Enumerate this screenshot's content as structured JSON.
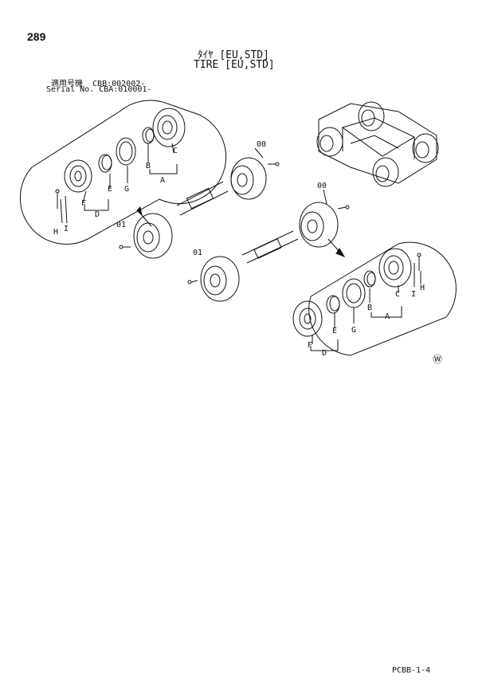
{
  "page_number": "289",
  "title_japanese": "ﾀｲﾔ [EU,STD]",
  "title_english": "TIRE [EU,STD]",
  "serial_line1": "適用号機  CBB:002002-",
  "serial_line2": "Serial No. CBA:010001-",
  "page_code": "PCBB-1-4",
  "watermark_symbol": "Ⓦ",
  "callouts": {
    "a": "A",
    "b": "B",
    "c": "C",
    "d": "D",
    "e": "E",
    "f": "F",
    "g": "G",
    "h": "H",
    "i": "I",
    "p00": "00",
    "p01": "01"
  }
}
